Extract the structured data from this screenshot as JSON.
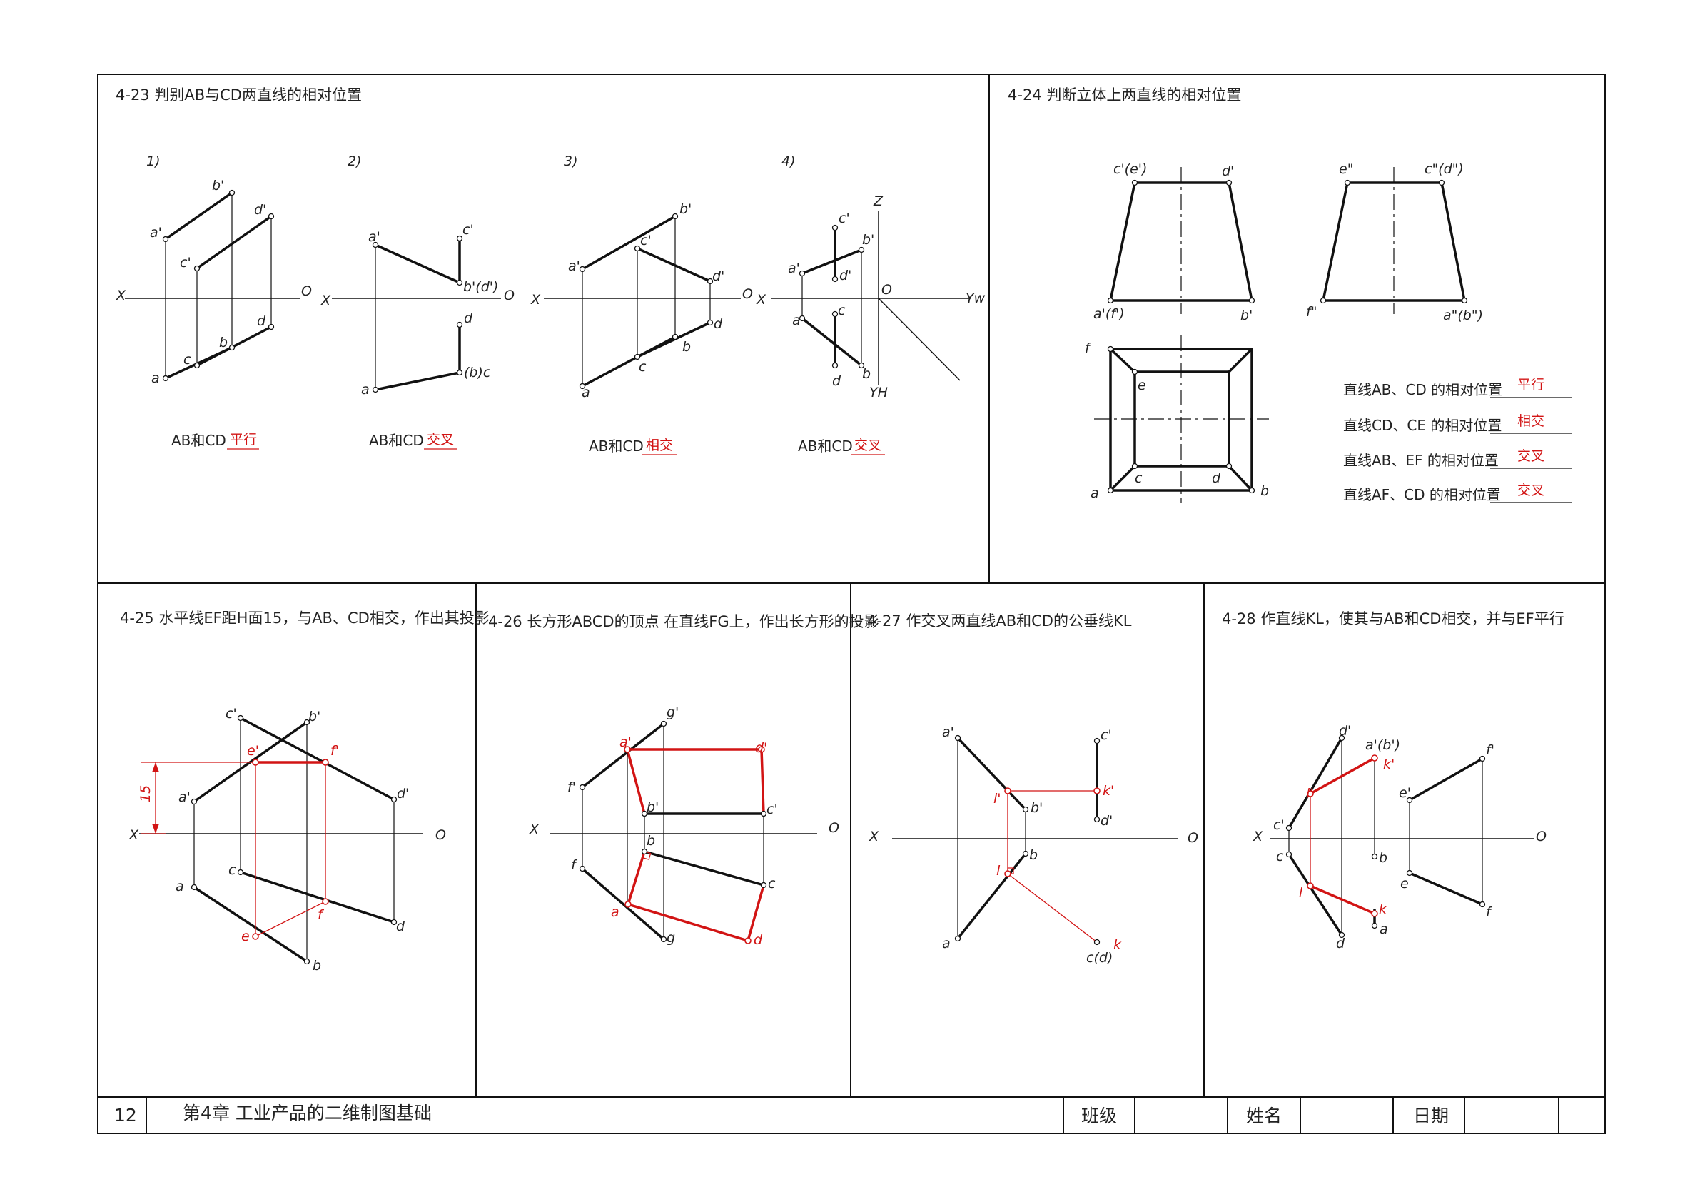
{
  "colors": {
    "ink": "#111111",
    "answer": "#d21414",
    "background": "#ffffff"
  },
  "p423": {
    "title": "4-23  判别AB与CD两直线的相对位置",
    "sub": [
      "1)",
      "2)",
      "3)",
      "4)"
    ],
    "axis": {
      "x": "X",
      "o": "O",
      "z": "Z",
      "yw": "Yw",
      "yh": "YH"
    },
    "captions": [
      "AB和CD",
      "AB和CD",
      "AB和CD",
      "AB和CD"
    ],
    "answers": [
      "平行",
      "交叉",
      "相交",
      "交叉"
    ],
    "labels": {
      "f1": [
        "a'",
        "b'",
        "c'",
        "d'",
        "a",
        "b",
        "c",
        "d"
      ],
      "f2": [
        "a'",
        "c'",
        "b'(d')",
        "d",
        "a",
        "(b)c"
      ],
      "f3": [
        "a'",
        "b'",
        "c'",
        "d'",
        "a",
        "b",
        "c",
        "d"
      ],
      "f4": [
        "c'",
        "a'",
        "b'",
        "d'",
        "a",
        "c",
        "b",
        "d"
      ]
    }
  },
  "p424": {
    "title": "4-24  判断立体上两直线的相对位置",
    "front_labels": [
      "c'(e')",
      "d'",
      "a'(f')",
      "b'"
    ],
    "side_labels": [
      "e\"",
      "c\"(d\")",
      "f\"",
      "a\"(b\")"
    ],
    "top_labels": [
      "f",
      "e",
      "a",
      "c",
      "d",
      "b"
    ],
    "rows": [
      {
        "q": "直线AB、CD  的相对位置",
        "a": "平行"
      },
      {
        "q": "直线CD、CE  的相对位置",
        "a": "相交"
      },
      {
        "q": "直线AB、EF  的相对位置",
        "a": "交叉"
      },
      {
        "q": "直线AF、CD  的相对位置",
        "a": "交叉"
      }
    ]
  },
  "p425": {
    "title": "4-25  水平线EF距H面15，与AB、CD相交，作出其投影",
    "dim": "15",
    "axis": {
      "x": "X",
      "o": "O"
    },
    "labels": [
      "c'",
      "b'",
      "a'",
      "d'",
      "a",
      "c",
      "d",
      "b"
    ],
    "red_labels": [
      "e'",
      "f'",
      "e",
      "f"
    ]
  },
  "p426": {
    "title": "4-26  长方形ABCD的顶点  在直线FG上，作出长方形的投影",
    "axis": {
      "x": "X",
      "o": "O"
    },
    "labels": [
      "g'",
      "f'",
      "b'",
      "c'",
      "b",
      "f",
      "c",
      "g"
    ],
    "red_labels": [
      "a'",
      "d'",
      "a",
      "d"
    ]
  },
  "p427": {
    "title": "4-27  作交叉两直线AB和CD的公垂线KL",
    "axis": {
      "x": "X",
      "o": "O"
    },
    "labels": [
      "a'",
      "c'",
      "b'",
      "d'",
      "b",
      "a",
      "c(d)"
    ],
    "red_labels": [
      "l'",
      "k'",
      "l",
      "k"
    ]
  },
  "p428": {
    "title": "4-28  作直线KL，使其与AB和CD相交，并与EF平行",
    "axis": {
      "x": "X",
      "o": "O"
    },
    "labels": [
      "d'",
      "a'(b')",
      "f'",
      "e'",
      "c'",
      "c",
      "b",
      "e",
      "f",
      "a",
      "d"
    ],
    "red_labels": [
      "l'",
      "k'",
      "l",
      "k"
    ]
  },
  "footer": {
    "page": "12",
    "chapter": "第4章   工业产品的二维制图基础",
    "class_label": "班级",
    "name_label": "姓名",
    "date_label": "日期"
  }
}
